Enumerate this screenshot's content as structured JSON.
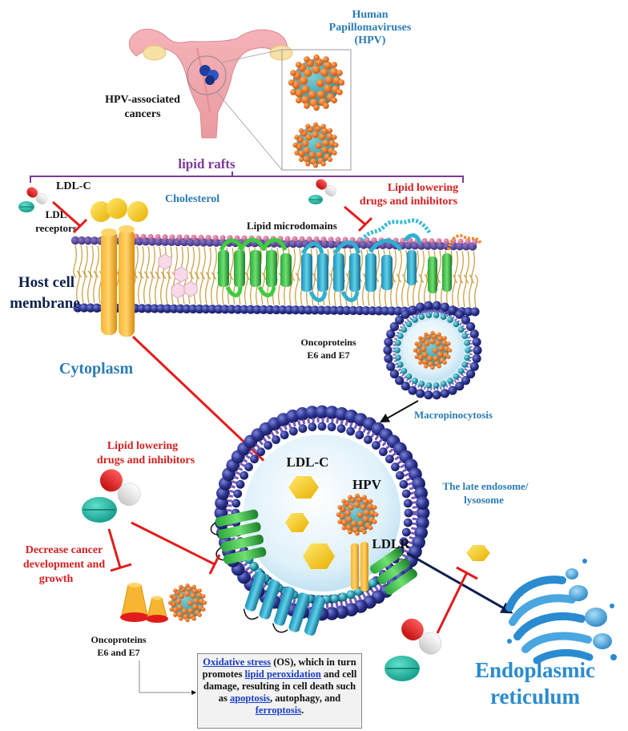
{
  "labels": {
    "hpv_title_1": "Human",
    "hpv_title_2": "Papillomaviruses",
    "hpv_title_3": "(HPV)",
    "hpv_cancers_1": "HPV-associated",
    "hpv_cancers_2": "cancers",
    "lipid_rafts": "lipid rafts",
    "ldlc_top": "LDL-C",
    "cholesterol": "Cholesterol",
    "lipid_lowering_top_1": "Lipid lowering",
    "lipid_lowering_top_2": "drugs and inhibitors",
    "ldl_receptors_1": "LDL",
    "ldl_receptors_2": "receptors",
    "lipid_microdomains": "Lipid microdomains",
    "host_cell_1": "Host cell",
    "host_cell_2": "membrane",
    "cytoplasm": "Cytoplasm",
    "oncoproteins_mid_1": "Oncoproteins",
    "oncoproteins_mid_2": "E6 and E7",
    "macropinocytosis": "Macropinocytosis",
    "lipid_lowering_mid_1": "Lipid lowering",
    "lipid_lowering_mid_2": "drugs and inhibitors",
    "ldlc_endo": "LDL-C",
    "hpv_endo": "HPV",
    "late_endosome_1": "The late endosome/",
    "late_endosome_2": "lysosome",
    "ldlr": "LDLR",
    "decrease_1": "Decrease cancer",
    "decrease_2": "development and",
    "decrease_3": "growth",
    "oncoproteins_low_1": "Oncoproteins",
    "oncoproteins_low_2": "E6 and E7",
    "er_1": "Endoplasmic",
    "er_2": "reticulum"
  },
  "os_box": {
    "t1": "Oxidative stress",
    "t2": " (OS), which in turn promotes ",
    "t3": "lipid peroxidation",
    "t4": " and cell damage, resulting in cell death such as ",
    "t5": "apoptosis",
    "t6": ", autophagy, and ",
    "t7": "ferroptosis",
    "t8": "."
  },
  "colors": {
    "dark_navy": "#0d1f4d",
    "blue_label": "#2b7bb3",
    "red_label": "#d42020",
    "purple": "#7a3a9a",
    "inhibit_red": "#e21b1b",
    "er_blue": "#2a8bd0",
    "cholesterol_yellow": "#f5cc1a",
    "receptor_orange": "#f5a41a"
  }
}
